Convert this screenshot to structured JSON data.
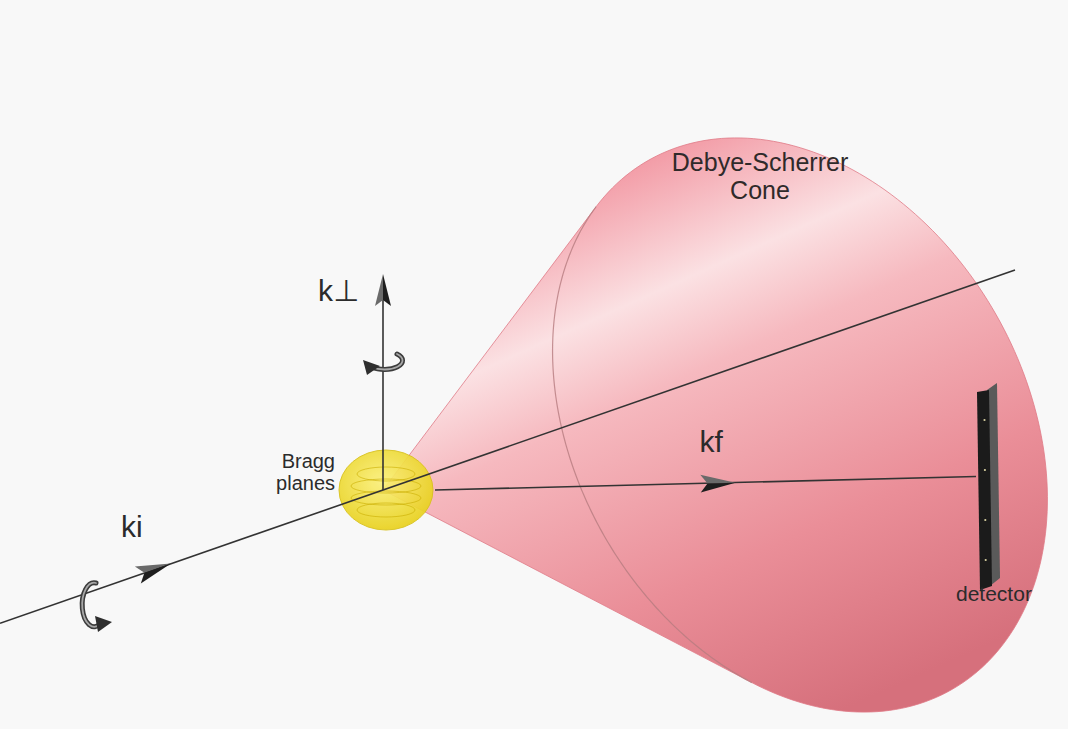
{
  "diagram": {
    "nodes": [
      {
        "text": [
          "Debye-Scherrer Cone"
        ]
      },
      {
        "text": [
          "Bragg planes"
        ]
      },
      {
        "text": [
          "detector"
        ]
      }
    ],
    "edges": [
      {
        "from": 1,
        "to": 2,
        "arrow": "to",
        "label": "kf"
      }
    ],
    "labels": [
      "k⊥",
      "ki"
    ]
  }
}
